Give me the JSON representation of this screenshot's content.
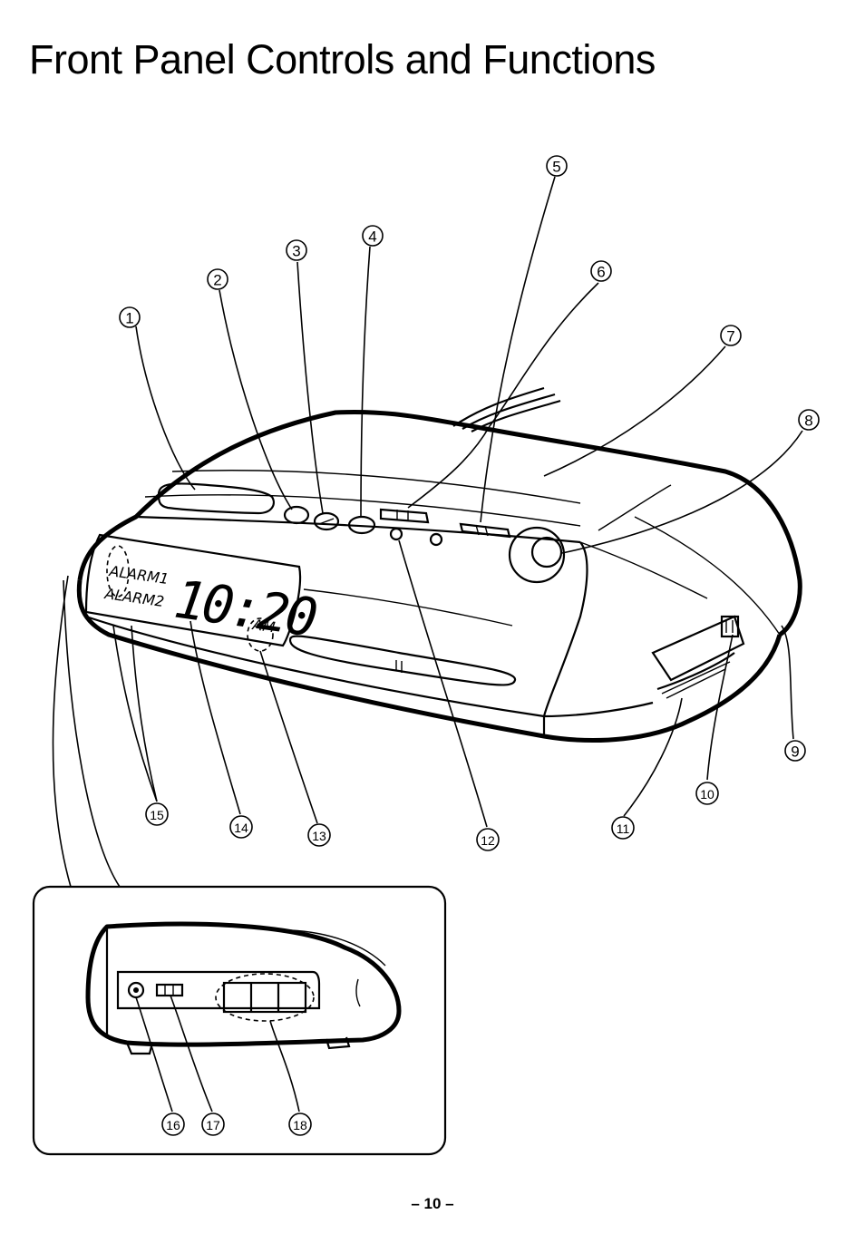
{
  "title": "Front Panel Controls and Functions",
  "page_number": "– 10 –",
  "display": {
    "alarm1": "ALARM1",
    "alarm2": "ALARM2",
    "time": "10:20",
    "ampm": "AM"
  },
  "callouts": [
    "1",
    "2",
    "3",
    "4",
    "5",
    "6",
    "7",
    "8",
    "9",
    "10",
    "11",
    "12",
    "13",
    "14",
    "15",
    "16",
    "17",
    "18"
  ]
}
